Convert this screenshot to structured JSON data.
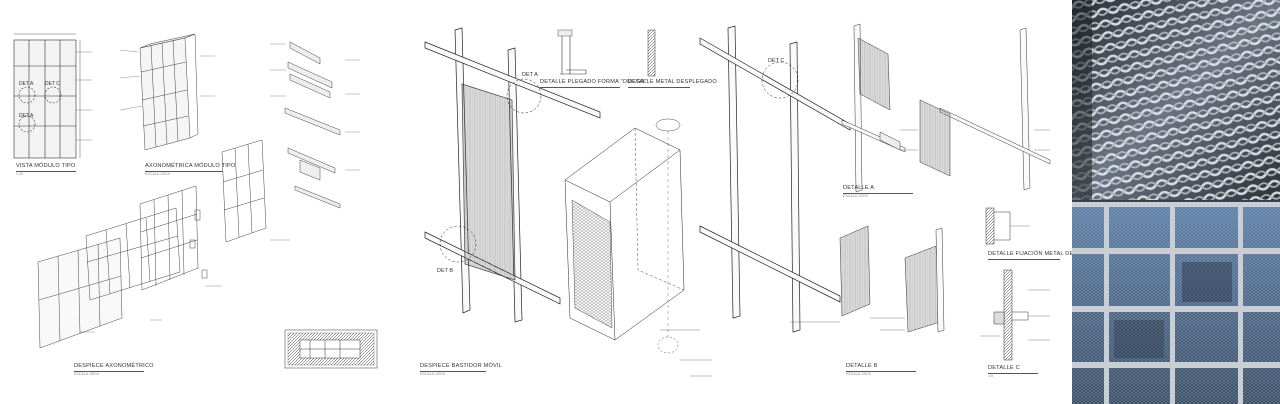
{
  "drawings": {
    "vista_modulo": {
      "title": "VISTA MÓDULO TIPO",
      "scale": "1:10"
    },
    "axonometrica": {
      "title": "AXONOMÉTRICA MÓDULO TIPO",
      "scale": "ESCALA 1/5/10"
    },
    "despiece": {
      "title": "DESPIECE AXONOMÉTRICO",
      "scale": "ESCALA 1/5/10"
    },
    "bastidor": {
      "title": "DESPIECE BASTIDOR MÓVIL",
      "scale": "ESCALA 1/5/10"
    },
    "plegado": {
      "title": "DETALLE PLEGADO FORMA \"OMEGA\""
    },
    "metal": {
      "title": "DETALLE METAL DESPLEGADO"
    },
    "detalle_a": {
      "title": "DETALLE A",
      "scale": "ESCALA 1/5/10"
    },
    "detalle_b": {
      "title": "DETALLE B",
      "scale": "ESCALA 1/5/10"
    },
    "detalle_c": {
      "title": "DETALLE C",
      "scale": "1:5"
    },
    "fijacion": {
      "title": "DETALLE FIJACIÓN METAL DESPL."
    }
  },
  "callouts": {
    "det_a": "DET A",
    "det_b": "DET B",
    "det_c": "DET C"
  },
  "photos": [
    {
      "name": "expanded-metal-closeup-photo"
    },
    {
      "name": "facade-grid-photo"
    }
  ],
  "colors": {
    "line": "#2a2a2a",
    "paper": "#ffffff",
    "photo_dark": "#3a4048",
    "photo_sky": "#4a6a90"
  }
}
